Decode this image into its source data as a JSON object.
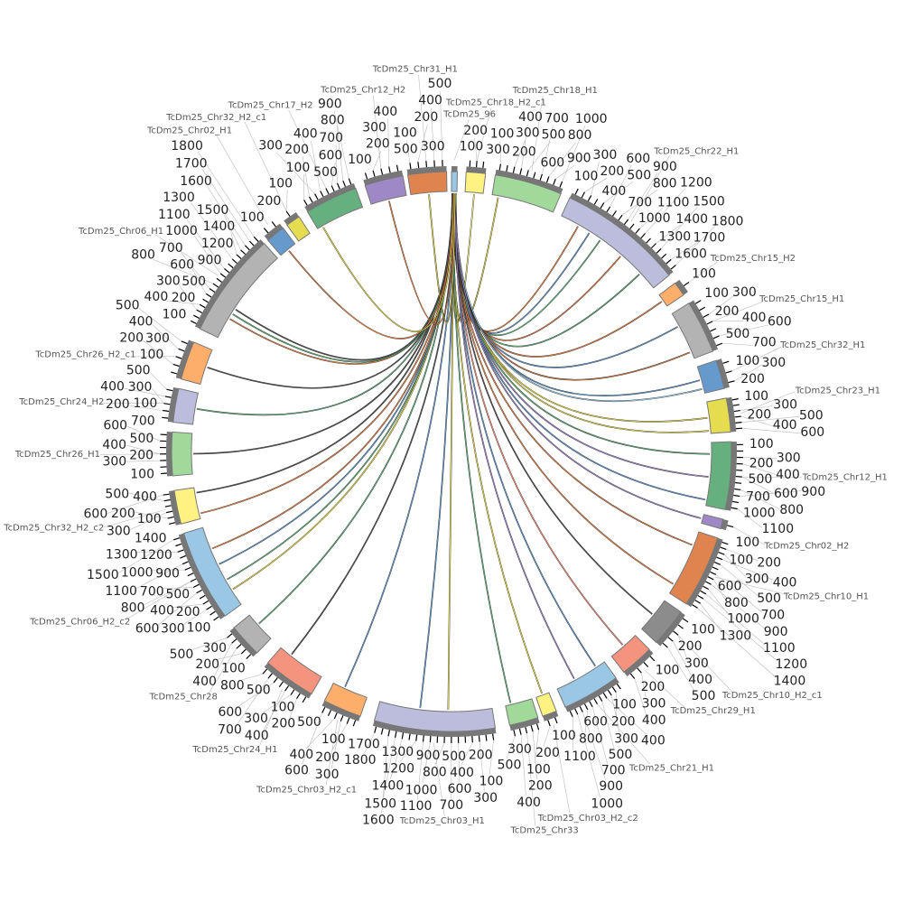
{
  "chromosomes": [
    {
      "name": "TcDm25_96",
      "length": 0,
      "color": "#9ac8e4"
    },
    {
      "name": "TcDm25_Chr18_H2_c1",
      "length": 300,
      "color": "#fff280"
    },
    {
      "name": "TcDm25_Chr18_H1",
      "length": 1000,
      "color": "#a1d99b"
    },
    {
      "name": "TcDm25_Chr22_H1",
      "length": 1800,
      "color": "#bcbddc"
    },
    {
      "name": "TcDm25_Chr15_H2",
      "length": 100,
      "color": "#fdae6b"
    },
    {
      "name": "TcDm25_Chr15_H1",
      "length": 700,
      "color": "#b3b3b3"
    },
    {
      "name": "TcDm25_Chr32_H1",
      "length": 300,
      "color": "#6699cc"
    },
    {
      "name": "TcDm25_Chr23_H1",
      "length": 600,
      "color": "#e6dc50"
    },
    {
      "name": "TcDm25_Chr12_H1",
      "length": 1100,
      "color": "#66b07f"
    },
    {
      "name": "TcDm25_Chr02_H2",
      "length": 100,
      "color": "#9e89c6"
    },
    {
      "name": "TcDm25_Chr10_H1",
      "length": 1400,
      "color": "#e0844f"
    },
    {
      "name": "TcDm25_Chr10_H2_c1",
      "length": 500,
      "color": "#8c8c8c"
    },
    {
      "name": "TcDm25_Chr29_H1",
      "length": 400,
      "color": "#f4937e"
    },
    {
      "name": "TcDm25_Chr21_H1",
      "length": 1100,
      "color": "#9ac8e4"
    },
    {
      "name": "TcDm25_Chr03_H2_c2",
      "length": 200,
      "color": "#fff280"
    },
    {
      "name": "TcDm25_Chr33",
      "length": 500,
      "color": "#a1d99b"
    },
    {
      "name": "TcDm25_Chr03_H1",
      "length": 1800,
      "color": "#bcbddc"
    },
    {
      "name": "TcDm25_Chr03_H2_c1",
      "length": 600,
      "color": "#fdae6b"
    },
    {
      "name": "TcDm25_Chr24_H1",
      "length": 800,
      "color": "#f4937e"
    },
    {
      "name": "TcDm25_Chr28",
      "length": 500,
      "color": "#b3b3b3"
    },
    {
      "name": "TcDm25_Chr06_H2_c2",
      "length": 1500,
      "color": "#9ac8e4"
    },
    {
      "name": "TcDm25_Chr32_H2_c2",
      "length": 600,
      "color": "#fff280"
    },
    {
      "name": "TcDm25_Chr26_H1",
      "length": 700,
      "color": "#a1d99b"
    },
    {
      "name": "TcDm25_Chr24_H2",
      "length": 500,
      "color": "#bcbddc"
    },
    {
      "name": "TcDm25_Chr26_H2_c1",
      "length": 500,
      "color": "#fdae6b"
    },
    {
      "name": "TcDm25_Chr06_H1",
      "length": 1800,
      "color": "#b3b3b3"
    },
    {
      "name": "TcDm25_Chr02_H1",
      "length": 200,
      "color": "#6699cc"
    },
    {
      "name": "TcDm25_Chr32_H2_c1",
      "length": 100,
      "color": "#e6dc50"
    },
    {
      "name": "TcDm25_Chr17_H2",
      "length": 900,
      "color": "#66b07f"
    },
    {
      "name": "TcDm25_Chr12_H2",
      "length": 500,
      "color": "#9e89c6"
    },
    {
      "name": "TcDm25_Chr31_H1",
      "length": 500,
      "color": "#e0844f"
    }
  ],
  "links": [
    {
      "to": 1,
      "pos": 150,
      "color": "#fff280"
    },
    {
      "to": 2,
      "pos": 100,
      "color": "#e6dc50"
    },
    {
      "to": 3,
      "pos": 300,
      "color": "#e0844f"
    },
    {
      "to": 3,
      "pos": 500,
      "color": "#6699cc"
    },
    {
      "to": 3,
      "pos": 700,
      "color": "#66b07f"
    },
    {
      "to": 3,
      "pos": 1100,
      "color": "#e0844f"
    },
    {
      "to": 3,
      "pos": 1500,
      "color": "#66b07f"
    },
    {
      "to": 4,
      "pos": 50,
      "color": "#e0844f"
    },
    {
      "to": 5,
      "pos": 200,
      "color": "#6699cc"
    },
    {
      "to": 5,
      "pos": 600,
      "color": "#e0844f"
    },
    {
      "to": 6,
      "pos": 150,
      "color": "#6699cc"
    },
    {
      "to": 6,
      "pos": 250,
      "color": "#9ac8e4"
    },
    {
      "to": 7,
      "pos": 300,
      "color": "#e6dc50"
    },
    {
      "to": 7,
      "pos": 550,
      "color": "#e6dc50"
    },
    {
      "to": 8,
      "pos": 200,
      "color": "#66b07f"
    },
    {
      "to": 8,
      "pos": 600,
      "color": "#9e89c6"
    },
    {
      "to": 8,
      "pos": 1000,
      "color": "#6699cc"
    },
    {
      "to": 9,
      "pos": 50,
      "color": "#9e89c6"
    },
    {
      "to": 10,
      "pos": 300,
      "color": "#e0844f"
    },
    {
      "to": 10,
      "pos": 1200,
      "color": "#e0844f"
    },
    {
      "to": 11,
      "pos": 250,
      "color": "#555555"
    },
    {
      "to": 12,
      "pos": 200,
      "color": "#f4937e"
    },
    {
      "to": 13,
      "pos": 200,
      "color": "#6699cc"
    },
    {
      "to": 13,
      "pos": 700,
      "color": "#9e89c6"
    },
    {
      "to": 14,
      "pos": 100,
      "color": "#e6dc50"
    },
    {
      "to": 15,
      "pos": 400,
      "color": "#66b07f"
    },
    {
      "to": 16,
      "pos": 700,
      "color": "#e6dc50"
    },
    {
      "to": 16,
      "pos": 1150,
      "color": "#6699cc"
    },
    {
      "to": 17,
      "pos": 400,
      "color": "#6699cc"
    },
    {
      "to": 18,
      "pos": 600,
      "color": "#555555"
    },
    {
      "to": 19,
      "pos": 300,
      "color": "#66b07f"
    },
    {
      "to": 20,
      "pos": 300,
      "color": "#e6dc50"
    },
    {
      "to": 20,
      "pos": 500,
      "color": "#66b07f"
    },
    {
      "to": 20,
      "pos": 800,
      "color": "#6699cc"
    },
    {
      "to": 20,
      "pos": 1100,
      "color": "#e0844f"
    },
    {
      "to": 21,
      "pos": 100,
      "color": "#e0844f"
    },
    {
      "to": 21,
      "pos": 500,
      "color": "#555555"
    },
    {
      "to": 22,
      "pos": 350,
      "color": "#555555"
    },
    {
      "to": 23,
      "pos": 250,
      "color": "#66b07f"
    },
    {
      "to": 24,
      "pos": 250,
      "color": "#555555"
    },
    {
      "to": 25,
      "pos": 400,
      "color": "#e0844f"
    },
    {
      "to": 25,
      "pos": 500,
      "color": "#66b07f"
    },
    {
      "to": 25,
      "pos": 600,
      "color": "#555555"
    },
    {
      "to": 26,
      "pos": 100,
      "color": "#e0844f"
    },
    {
      "to": 28,
      "pos": 100,
      "color": "#e6dc50"
    },
    {
      "to": 29,
      "pos": 250,
      "color": "#e0844f"
    },
    {
      "to": 30,
      "pos": 250,
      "color": "#e6dc50"
    }
  ]
}
